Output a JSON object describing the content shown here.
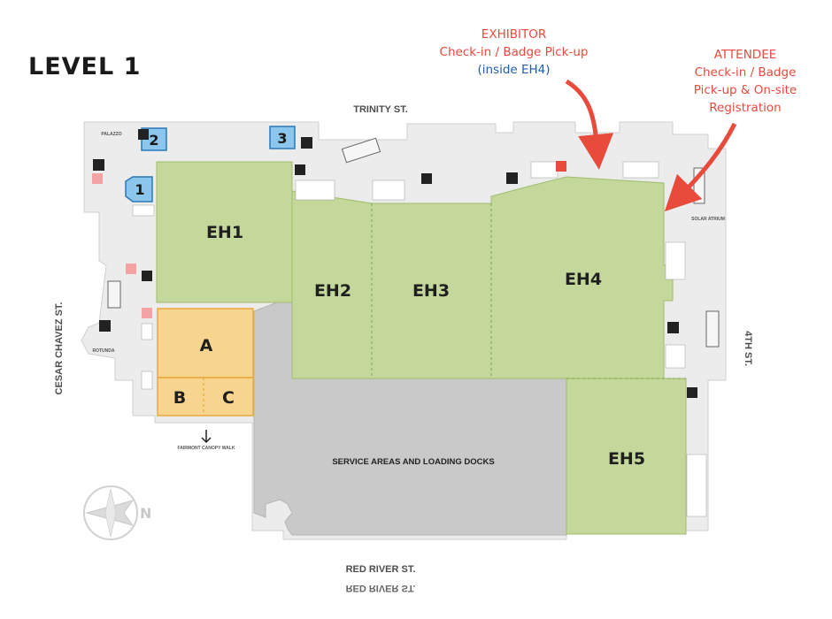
{
  "title": "LEVEL 1",
  "callouts": {
    "exhibitor": {
      "line1": "EXHIBITOR",
      "line2": "Check-in / Badge Pick-up",
      "line3": "(inside EH4)"
    },
    "attendee": {
      "line1": "ATTENDEE",
      "line2": "Check-in / Badge",
      "line3": "Pick-up & On-site",
      "line4": "Registration"
    }
  },
  "streets": {
    "north": "TRINITY ST.",
    "west": "CESAR CHAVEZ ST.",
    "east": "4TH ST.",
    "south": "RED RIVER ST.",
    "south_mirror": "RED RIVER ST."
  },
  "halls": {
    "eh1": "EH1",
    "eh2": "EH2",
    "eh3": "EH3",
    "eh4": "EH4",
    "eh5": "EH5",
    "a": "A",
    "b": "B",
    "c": "C"
  },
  "areas": {
    "service": "SERVICE AREAS AND LOADING DOCKS",
    "canopy": "FAIRMONT CANOPY WALK",
    "palazzo": "PALAZZO",
    "rotunda": "ROTUNDA",
    "solar_atrium": "SOLAR ATRIUM"
  },
  "elevators": [
    "1",
    "2",
    "3"
  ],
  "compass": {
    "north_label": "N"
  },
  "colors": {
    "exhibit_hall": "#c3d89a",
    "meeting_room": "#f8d58e",
    "service": "#c9c9c9",
    "floor": "#ececec",
    "callout_red": "#e84a3c",
    "callout_blue": "#1d5fa8",
    "elevator_blue": "#8cc6ec"
  }
}
